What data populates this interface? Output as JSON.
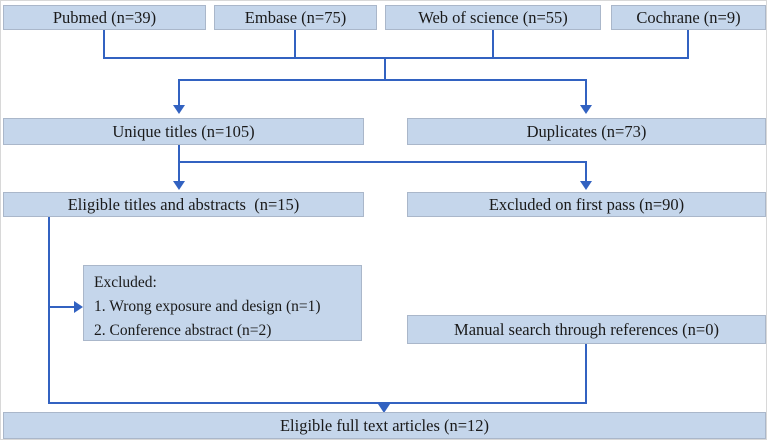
{
  "figure": {
    "type": "flow-diagram",
    "description": "Literature screening flow chart"
  },
  "colors": {
    "box_fill": "#c5d6eb",
    "box_border": "#aab7ca",
    "line": "#3262c1",
    "text": "#1a1a1a",
    "background": "#ffffff"
  },
  "nodes": {
    "pubmed": {
      "label": "Pubmed (n=39)"
    },
    "embase": {
      "label": "Embase (n=75)"
    },
    "web_of_science": {
      "label": "Web of science (n=55)"
    },
    "cochrane": {
      "label": "Cochrane (n=9)"
    },
    "unique_titles": {
      "label": "Unique titles (n=105)"
    },
    "duplicates": {
      "label": "Duplicates (n=73)"
    },
    "eligible_titles_abstracts": {
      "label": "Eligible titles and abstracts  (n=15)"
    },
    "excluded_first_pass": {
      "label": "Excluded on first pass (n=90)"
    },
    "excluded_reasons": {
      "title": "Excluded:",
      "item1": "1. Wrong exposure and design (n=1)",
      "item2": "2. Conference abstract (n=2)"
    },
    "manual_search": {
      "label": "Manual search through references (n=0)"
    },
    "eligible_full_text": {
      "label": "Eligible full text articles (n=12)"
    }
  },
  "edges": [
    {
      "from": "pubmed",
      "to": "unique_titles"
    },
    {
      "from": "embase",
      "to": "unique_titles"
    },
    {
      "from": "web_of_science",
      "to": "unique_titles"
    },
    {
      "from": "cochrane",
      "to": "unique_titles"
    },
    {
      "from": "pubmed,embase,web_of_science,cochrane",
      "to": "duplicates"
    },
    {
      "from": "unique_titles",
      "to": "eligible_titles_abstracts"
    },
    {
      "from": "unique_titles",
      "to": "excluded_first_pass"
    },
    {
      "from": "eligible_titles_abstracts",
      "to": "excluded_reasons"
    },
    {
      "from": "eligible_titles_abstracts",
      "to": "eligible_full_text"
    },
    {
      "from": "manual_search",
      "to": "eligible_full_text"
    }
  ]
}
